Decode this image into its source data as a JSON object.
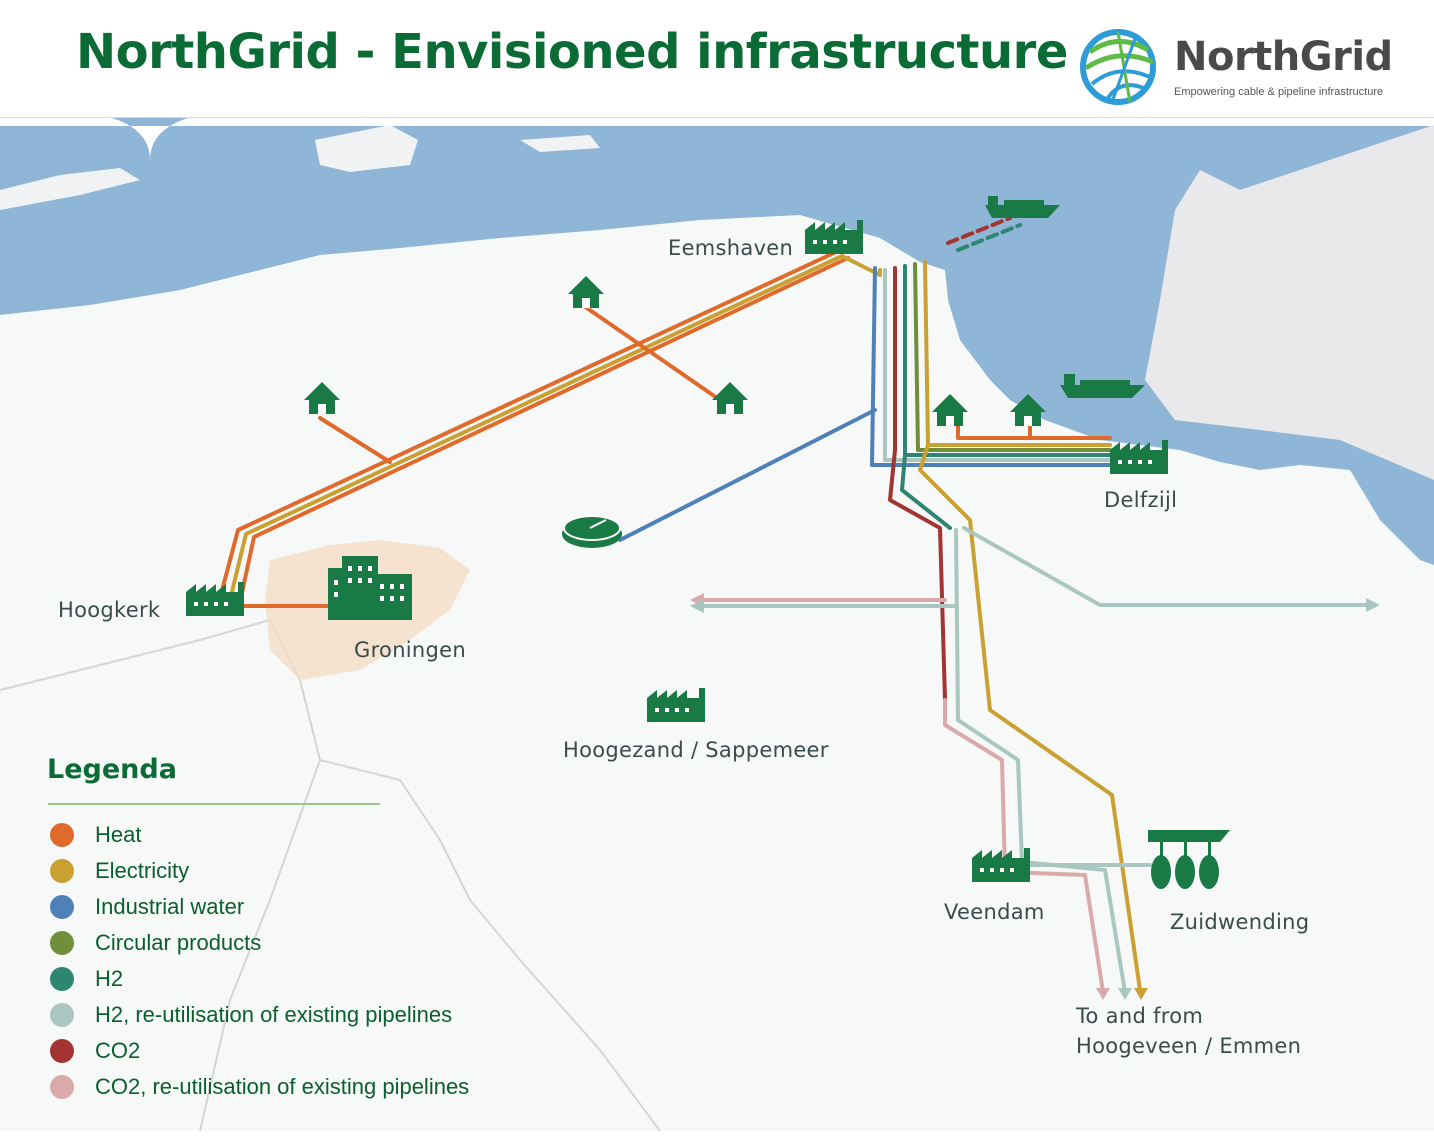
{
  "header": {
    "title": "NorthGrid - Envisioned infrastructure",
    "logo_word": "NorthGrid",
    "logo_tagline": "Empowering cable & pipeline infrastructure"
  },
  "places": {
    "eemshaven": "Eemshaven",
    "delfzijl": "Delfzijl",
    "hoogkerk": "Hoogkerk",
    "groningen": "Groningen",
    "hoogezand": "Hoogezand / Sappemeer",
    "veendam": "Veendam",
    "zuidwending": "Zuidwending",
    "to_from_1": "To and from",
    "to_from_2": "Hoogeveen / Emmen"
  },
  "legend": {
    "title": "Legenda",
    "items": [
      {
        "label": "Heat",
        "color": "#e06a2b"
      },
      {
        "label": "Electricity",
        "color": "#c9a032"
      },
      {
        "label": "Industrial water",
        "color": "#4f80b8"
      },
      {
        "label": "Circular products",
        "color": "#6f8f3a"
      },
      {
        "label": "H2",
        "color": "#2e8572"
      },
      {
        "label": "H2, re-utilisation of existing pipelines",
        "color": "#a9c7c0"
      },
      {
        "label": "CO2",
        "color": "#a33432"
      },
      {
        "label": "CO2, re-utilisation of existing pipelines",
        "color": "#d9aaa9"
      }
    ]
  },
  "colors": {
    "sea": "#8fb6d6",
    "land": "#f7f8f8",
    "foreign_land": "#ececee",
    "brand_green": "#0b6b35",
    "city_area": "#f4dcc2"
  },
  "icons": [
    "factory-icon",
    "house-icon",
    "city-buildings-icon",
    "water-treatment-icon",
    "ship-icon",
    "salt-cavern-storage-icon"
  ]
}
